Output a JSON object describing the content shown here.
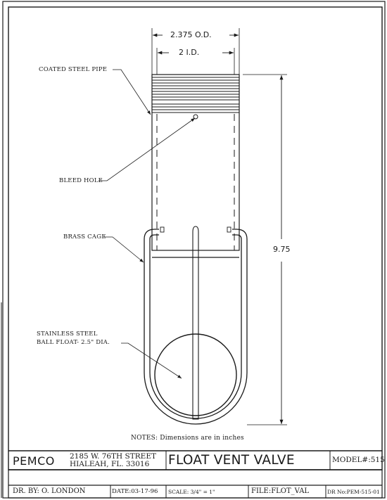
{
  "drawing": {
    "dimensions": {
      "od": "2.375 O.D.",
      "id": "2 I.D.",
      "length": "9.75"
    },
    "callouts": {
      "pipe": "COATED STEEL PIPE",
      "bleed": "BLEED HOLE",
      "cage": "BRASS CAGE",
      "float_line1": "STAINLESS STEEL",
      "float_line2": "BALL FLOAT- 2.5\" DIA."
    },
    "notes": "NOTES: Dimensions are in inches"
  },
  "title_block": {
    "company": "PEMCO",
    "address_line1": "2185 W. 76TH STREET",
    "address_line2": "HIALEAH, FL. 33016",
    "title": "FLOAT VENT VALVE",
    "model": "MODEL#:515",
    "drawn_by": "DR. BY: O. LONDON",
    "date": "DATE:03-17-96",
    "scale": "SCALE: 3/4\" = 1\"",
    "file": "FILE:FLOT_VAL",
    "dr_no": "DR No:PEM-515-01"
  },
  "colors": {
    "ink": "#1a1a1a",
    "paper": "#ffffff"
  }
}
